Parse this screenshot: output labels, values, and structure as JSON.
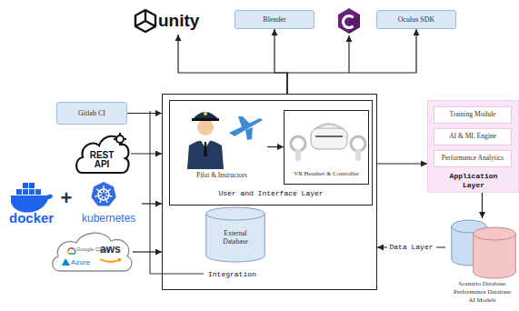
{
  "diagram": {
    "nodes": [
      {
        "text": [
          "unity"
        ]
      },
      {
        "text": [
          "Blender"
        ]
      },
      {
        "text": [
          "Oculus SDK"
        ]
      },
      {
        "text": [
          "Gitlab CI"
        ]
      },
      {
        "text": [
          "REST API"
        ]
      },
      {
        "text": [
          "docker",
          "kubernetes"
        ]
      },
      {
        "text": [
          "Google Cloud",
          "Azure",
          "aws"
        ]
      },
      {
        "text": [
          "Integration"
        ]
      },
      {
        "text": [
          "User and Interface Layer"
        ],
        "in": 7
      },
      {
        "text": [
          "Pilot & Instructors"
        ],
        "in": 8
      },
      {
        "text": [
          "VR Headset & Controller"
        ],
        "in": 8
      },
      {
        "text": [
          "External Database"
        ],
        "in": 7
      },
      {
        "text": [
          "Application Layer"
        ]
      },
      {
        "text": [
          "Training Module"
        ],
        "in": 12
      },
      {
        "text": [
          "AI & ML Engine"
        ],
        "in": 12
      },
      {
        "text": [
          "Performance Analytics"
        ],
        "in": 12
      },
      {
        "text": [
          "Scenario Database",
          "Performance Database",
          "AI Models"
        ]
      }
    ],
    "edges": [
      {
        "from": 7,
        "to": 0,
        "arrow": "to"
      },
      {
        "from": 7,
        "to": 1,
        "arrow": "to"
      },
      {
        "from": 7,
        "to": 2,
        "arrow": "to"
      },
      {
        "from": 3,
        "to": 7,
        "arrow": "to"
      },
      {
        "from": 4,
        "to": 7,
        "arrow": "to"
      },
      {
        "from": 5,
        "to": 7,
        "arrow": "to"
      },
      {
        "from": 6,
        "to": 7,
        "arrow": "to"
      },
      {
        "from": 9,
        "to": 10,
        "arrow": "to"
      },
      {
        "from": 7,
        "to": 12,
        "arrow": "to"
      },
      {
        "from": 12,
        "to": 16,
        "arrow": "to"
      },
      {
        "from": 16,
        "to": 7,
        "label": "Data Layer",
        "arrow": "to"
      }
    ],
    "labels": [
      "+"
    ]
  }
}
